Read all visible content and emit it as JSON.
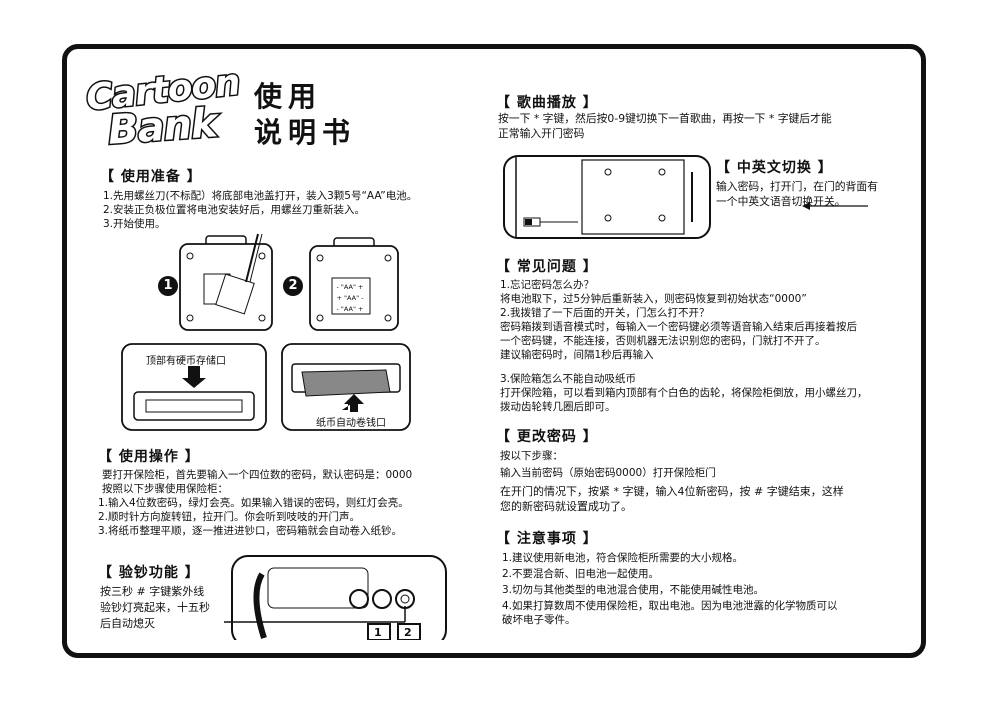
{
  "logo": {
    "line1": "Cartoon",
    "line2": "Bank"
  },
  "title": {
    "line1": "使用",
    "line2": "说明书"
  },
  "prep": {
    "heading": "【 使用准备 】",
    "lines": [
      "1.先用螺丝刀(不标配）将底部电池盖打开，装入3颗5号“AA”电池。",
      "2.安装正负极位置将电池安装好后，用螺丝刀重新装入。",
      "3.开始使用。"
    ],
    "step1": "1",
    "step2": "2",
    "battery_labels": [
      "- \"AA\" +",
      "+ \"AA\" -",
      "- \"AA\" +"
    ],
    "top_label": "顶部有硬币存储口",
    "bottom_label": "纸币自动卷钱口"
  },
  "operation": {
    "heading": "【 使用操作 】",
    "lines": [
      "要打开保险柜，首先要输入一个四位数的密码，默认密码是：0000",
      "按照以下步骤使用保险柜：",
      "1.输入4位数密码，绿灯会亮。如果输入错误的密码，则红灯会亮。",
      "2.顺时针方向旋转钮，拉开门。你会听到吱吱的开门声。",
      "3.将纸币整理平顺，逐一推进进钞口，密码箱就会自动卷入纸钞。"
    ]
  },
  "verify": {
    "heading": "【 验钞功能 】",
    "lines": [
      "按三秒 # 字键紫外线",
      "验钞灯亮起来，十五秒",
      "后自动熄灭"
    ],
    "keys": [
      "1",
      "2"
    ]
  },
  "music": {
    "heading": "【 歌曲播放 】",
    "lines": [
      "按一下 * 字键，然后按0-9键切换下一首歌曲，再按一下 * 字键后才能",
      "正常输入开门密码"
    ]
  },
  "lang": {
    "heading": "【 中英文切换 】",
    "lines": [
      "输入密码，打开门，在门的背面有",
      "一个中英文语音切换开关。"
    ]
  },
  "faq": {
    "heading": "【 常见问题 】",
    "lines": [
      "1.忘记密码怎么办？",
      "将电池取下，过5分钟后重新装入，则密码恢复到初始状态“0000”",
      "2.我拨错了一下后面的开关，门怎么打不开？",
      "密码箱拨到语音模式时，每输入一个密码键必须等语音输入结束后再接着按后",
      "一个密码键，不能连接，否则机器无法识别您的密码，门就打不开了。",
      "建议输密码时，间隔1秒后再输入"
    ],
    "lines2": [
      "3.保险箱怎么不能自动吸纸币",
      "打开保险箱，可以看到箱内顶部有个白色的齿轮，将保险柜倒放，用小螺丝刀，",
      "拨动齿轮转几圈后即可。"
    ]
  },
  "change": {
    "heading": "【 更改密码 】",
    "lines": [
      "按以下步骤：",
      "输入当前密码（原始密码0000）打开保险柜门",
      "在开门的情况下，按紧 * 字键，输入4位新密码，按 # 字键结束，这样",
      "您的新密码就设置成功了。"
    ]
  },
  "notes": {
    "heading": "【 注意事项 】",
    "lines": [
      "1.建议使用新电池，符合保险柜所需要的大小规格。",
      "2.不要混合新、旧电池一起使用。",
      "3.切勿与其他类型的电池混合使用，不能使用碱性电池。",
      "4.如果打算数周不使用保险柜，取出电池。因为电池泄露的化学物质可以",
      "  破坏电子零件。"
    ]
  }
}
